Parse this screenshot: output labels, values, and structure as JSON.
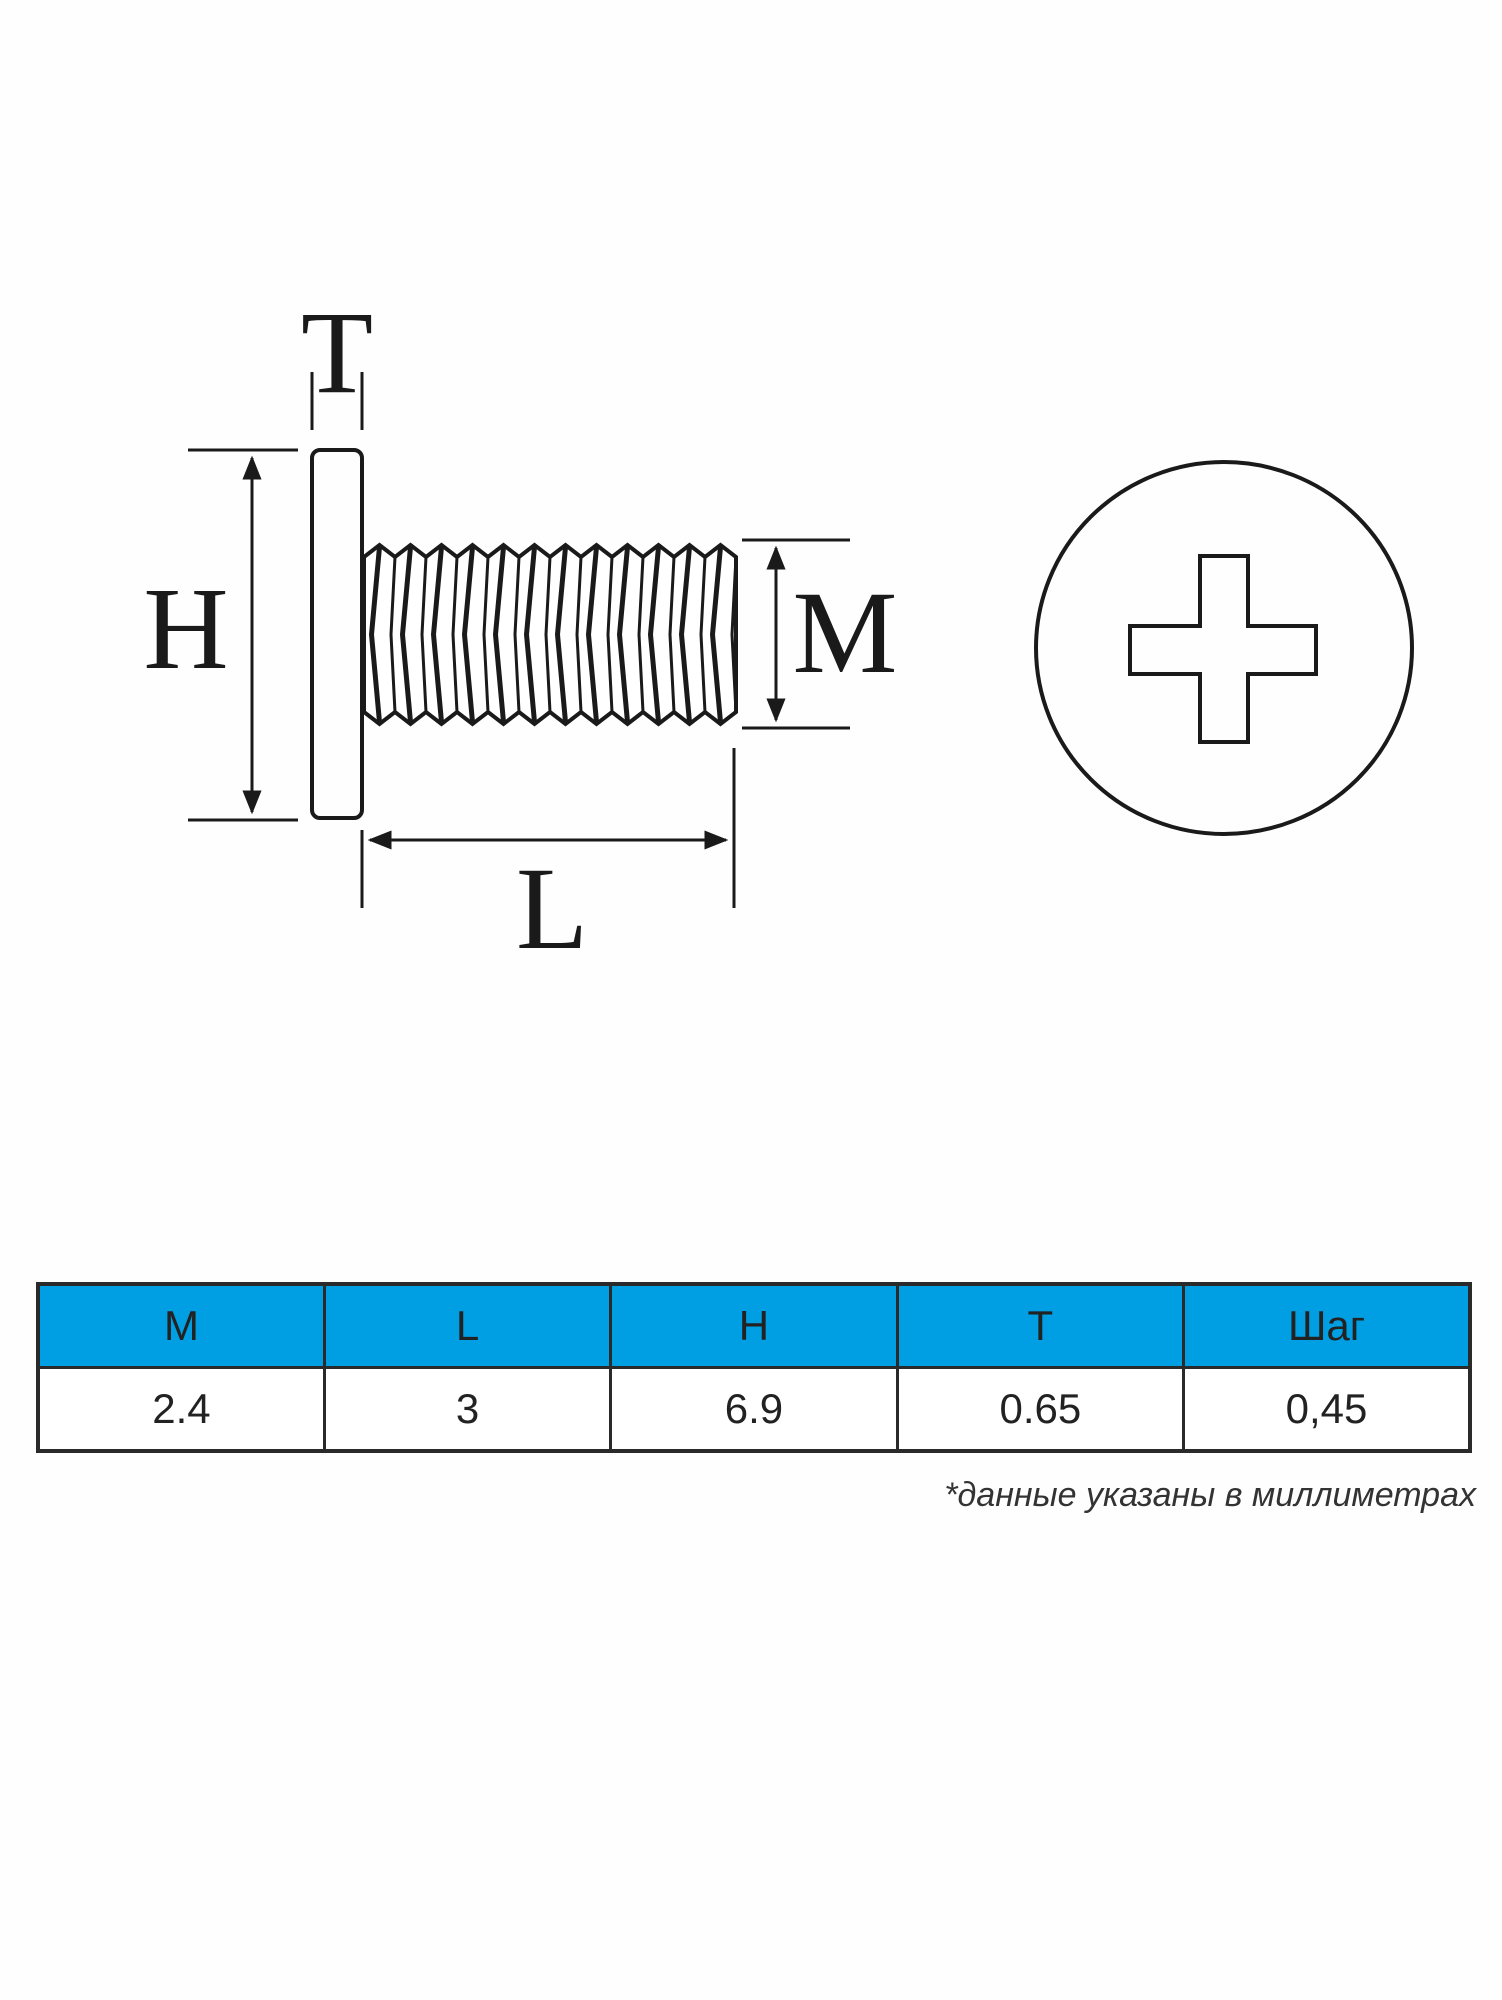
{
  "diagram": {
    "labels": {
      "T": "T",
      "H": "H",
      "M": "M",
      "L": "L"
    },
    "stroke_color": "#1a1a1a"
  },
  "table": {
    "header_color": "#009fe3",
    "headers": [
      "M",
      "L",
      "H",
      "T",
      "Шаг"
    ],
    "values": [
      "2.4",
      "3",
      "6.9",
      "0.65",
      "0,45"
    ]
  },
  "footnote": "*данные указаны в миллиметрах"
}
